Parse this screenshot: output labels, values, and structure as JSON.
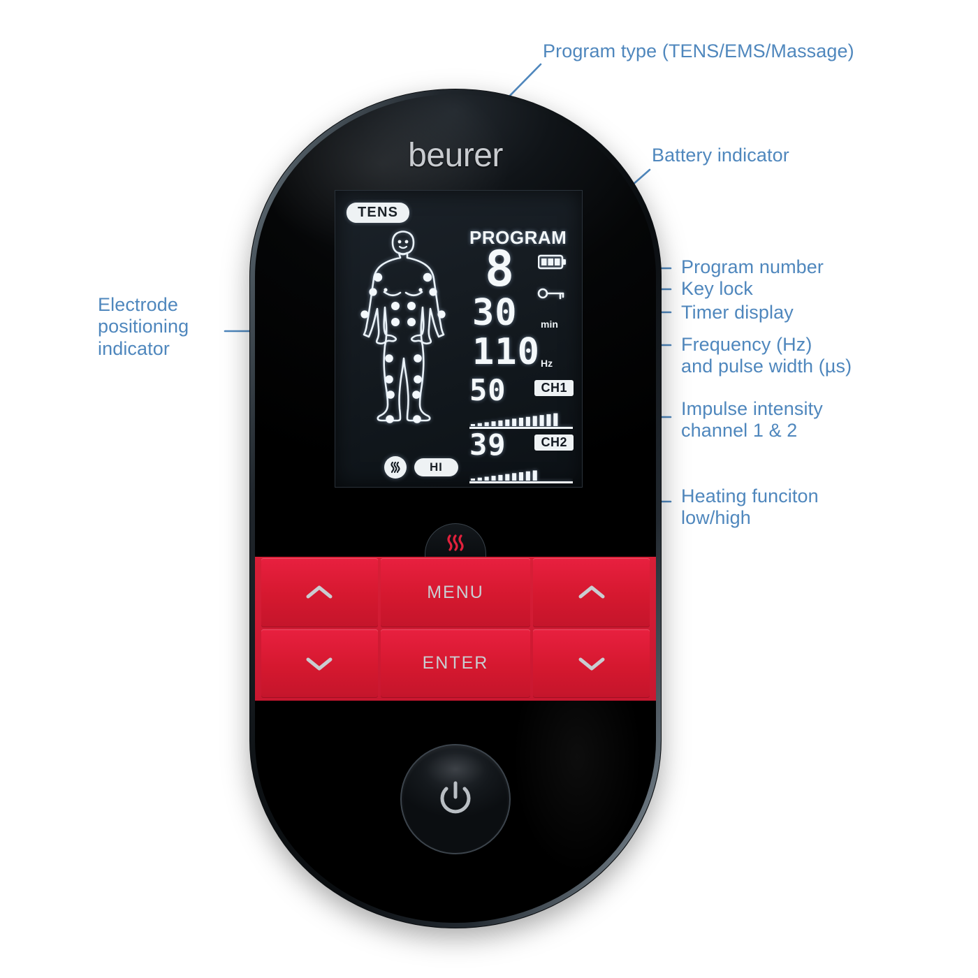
{
  "brand": "beurer",
  "device": {
    "screen": {
      "program_type_badge": "TENS",
      "program_label": "PROGRAM",
      "program_number": "8",
      "timer_value": "30",
      "timer_unit": "min",
      "frequency_value": "110",
      "frequency_unit": "Hz",
      "channel1": {
        "tag": "CH1",
        "value": "50",
        "bars_filled": 13,
        "bars_total": 15
      },
      "channel2": {
        "tag": "CH2",
        "value": "39",
        "bars_filled": 10,
        "bars_total": 15
      },
      "heating_level": "HI",
      "battery_bars": 3,
      "keylock_visible": true
    },
    "keypad": {
      "up_left": "chevron-up",
      "menu": "MENU",
      "up_right": "chevron-up",
      "down_left": "chevron-down",
      "enter": "ENTER",
      "down_right": "chevron-down"
    },
    "heat_button_icon": "heat-waves-icon",
    "power_button_icon": "power-icon",
    "colors": {
      "keypad_red": "#d81f37",
      "key_text": "#c9cdd1",
      "annotation_blue": "#4f87bd",
      "lcd_text": "#f4f8fa"
    }
  },
  "annotations": {
    "program_type": "Program type (TENS/EMS/Massage)",
    "battery": "Battery indicator",
    "electrode": "Electrode\npositioning\nindicator",
    "program_number": "Program number",
    "key_lock": "Key lock",
    "timer": "Timer display",
    "frequency": "Frequency (Hz)\nand pulse width (µs)",
    "impulse": "Impulse intensity\nchannel 1 & 2",
    "heating": "Heating funciton\nlow/high"
  }
}
